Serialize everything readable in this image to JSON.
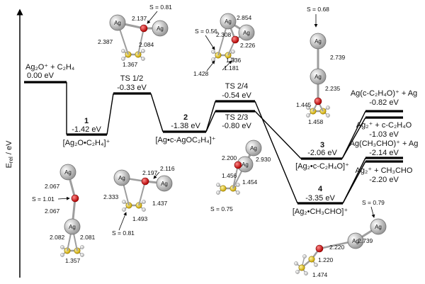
{
  "axis": {
    "ylabel": "E",
    "ylabel_sub": "rel",
    "ylabel_unit": " / eV"
  },
  "states": [
    {
      "id": "reactants",
      "name": "Ag₂O⁺ + C₂H₄",
      "energy_label": "0.00 eV",
      "energy": 0.0
    },
    {
      "id": "int1",
      "number": "1",
      "energy_label": "-1.42 eV",
      "formula": "[Ag₂O•C₂H₄]⁺",
      "energy": -1.42
    },
    {
      "id": "ts12",
      "name": "TS 1/2",
      "energy_label": "-0.33 eV",
      "energy": -0.33
    },
    {
      "id": "int2",
      "number": "2",
      "energy_label": "-1.38 eV",
      "formula": "[Ag•c-AgOC₂H₄]⁺",
      "energy": -1.38
    },
    {
      "id": "ts24",
      "name": "TS 2/4",
      "energy_label": "-0.54 eV",
      "energy": -0.54
    },
    {
      "id": "ts23",
      "name": "TS 2/3",
      "energy_label": "-0.80 eV",
      "energy": -0.8
    },
    {
      "id": "int3",
      "number": "3",
      "energy_label": "-2.06 eV",
      "formula": "[Ag₂•c-C₂H₄O]⁺",
      "energy": -2.06
    },
    {
      "id": "int4",
      "number": "4",
      "energy_label": "-3.35 eV",
      "formula": "[Ag₂•CH₃CHO]⁺",
      "energy": -3.35
    },
    {
      "id": "p1",
      "name": "Ag(c-C₂H₄O)⁺ + Ag",
      "energy_label": "-0.82 eV",
      "energy": -0.82
    },
    {
      "id": "p2",
      "name": "Ag₂⁺ + c-C₂H₄O",
      "energy_label": "-1.03 eV",
      "energy": -1.03
    },
    {
      "id": "p3",
      "name": "Ag(CH₃CHO)⁺ + Ag",
      "energy_label": "-2.14 eV",
      "energy": -2.14
    },
    {
      "id": "p4",
      "name": "Ag₂⁺ + CH₃CHO",
      "energy_label": "-2.20 eV",
      "energy": -2.2
    }
  ],
  "structure_labels": {
    "atom_ag": "Ag",
    "s1": [
      "S = 0.81",
      "2.137",
      "2.387",
      "2.084",
      "1.367"
    ],
    "s2": [
      "2.854",
      "S = 0.56",
      "2.308",
      "2.226",
      "1.336",
      "1.428",
      "1.181"
    ],
    "s3": [
      "S = 0.68",
      "2.739",
      "2.235",
      "1.445",
      "1.458"
    ],
    "s4": [
      "S = 1.01",
      "2.067",
      "2.067",
      "2.082",
      "2.081",
      "1.357"
    ],
    "s5": [
      "2.116",
      "2.197",
      "2.333",
      "1.437",
      "1.493",
      "S = 0.81"
    ],
    "s6": [
      "2.200",
      "2.930",
      "1.456",
      "1.454",
      "S = 0.75"
    ],
    "s7": [
      "S = 0.79",
      "2.739",
      "2.220",
      "1.220",
      "1.474"
    ]
  },
  "colors": {
    "silver": "#b9b9b9",
    "oxygen": "#d21b1b",
    "carbon": "#e8c92a",
    "hydrogen": "#d8d8d8",
    "line": "#000000"
  }
}
